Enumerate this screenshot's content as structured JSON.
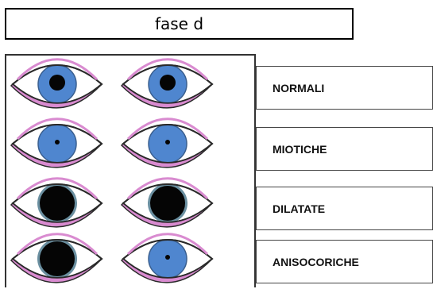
{
  "title": "fase d",
  "rows": [
    {
      "label": "NORMALI",
      "left_pupil": "normal",
      "right_pupil": "normal"
    },
    {
      "label": "MIOTICHE",
      "left_pupil": "miotic",
      "right_pupil": "miotic"
    },
    {
      "label": "DILATATE",
      "left_pupil": "dilated",
      "right_pupil": "dilated"
    },
    {
      "label": "ANISOCORICHE",
      "left_pupil": "dilated",
      "right_pupil": "miotic"
    }
  ],
  "colors": {
    "iris": "#4f86cf",
    "iris_edge": "#3a5f8f",
    "pupil": "#050505",
    "lid": "#d98bd0",
    "lid_outline": "#2a2a2a",
    "dilated_rim": "#6a8fa0"
  }
}
